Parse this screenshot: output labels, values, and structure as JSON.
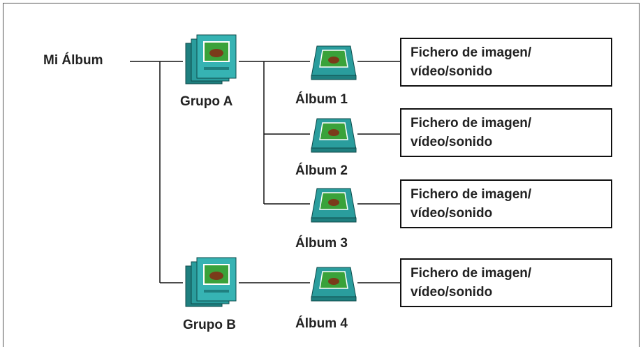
{
  "diagram": {
    "root": {
      "label": "Mi Álbum"
    },
    "groups": [
      {
        "label": "Grupo A",
        "icon": "book-stack-icon"
      },
      {
        "label": "Grupo B",
        "icon": "book-stack-icon"
      }
    ],
    "albums": [
      {
        "label": "Álbum 1",
        "group": "Grupo A",
        "icon": "photo-album-icon"
      },
      {
        "label": "Álbum 2",
        "group": "Grupo A",
        "icon": "photo-album-icon"
      },
      {
        "label": "Álbum 3",
        "group": "Grupo A",
        "icon": "photo-album-icon"
      },
      {
        "label": "Álbum 4",
        "group": "Grupo B",
        "icon": "photo-album-icon"
      }
    ],
    "files": [
      {
        "line1": "Fichero de imagen/",
        "line2": "vídeo/sonido"
      },
      {
        "line1": "Fichero de imagen/",
        "line2": "vídeo/sonido"
      },
      {
        "line1": "Fichero de imagen/",
        "line2": "vídeo/sonido"
      },
      {
        "line1": "Fichero de imagen/",
        "line2": "vídeo/sonido"
      }
    ],
    "colors": {
      "teal": "#2a9d9d",
      "photo_green": "#3aa23a",
      "line": "#111111"
    }
  }
}
